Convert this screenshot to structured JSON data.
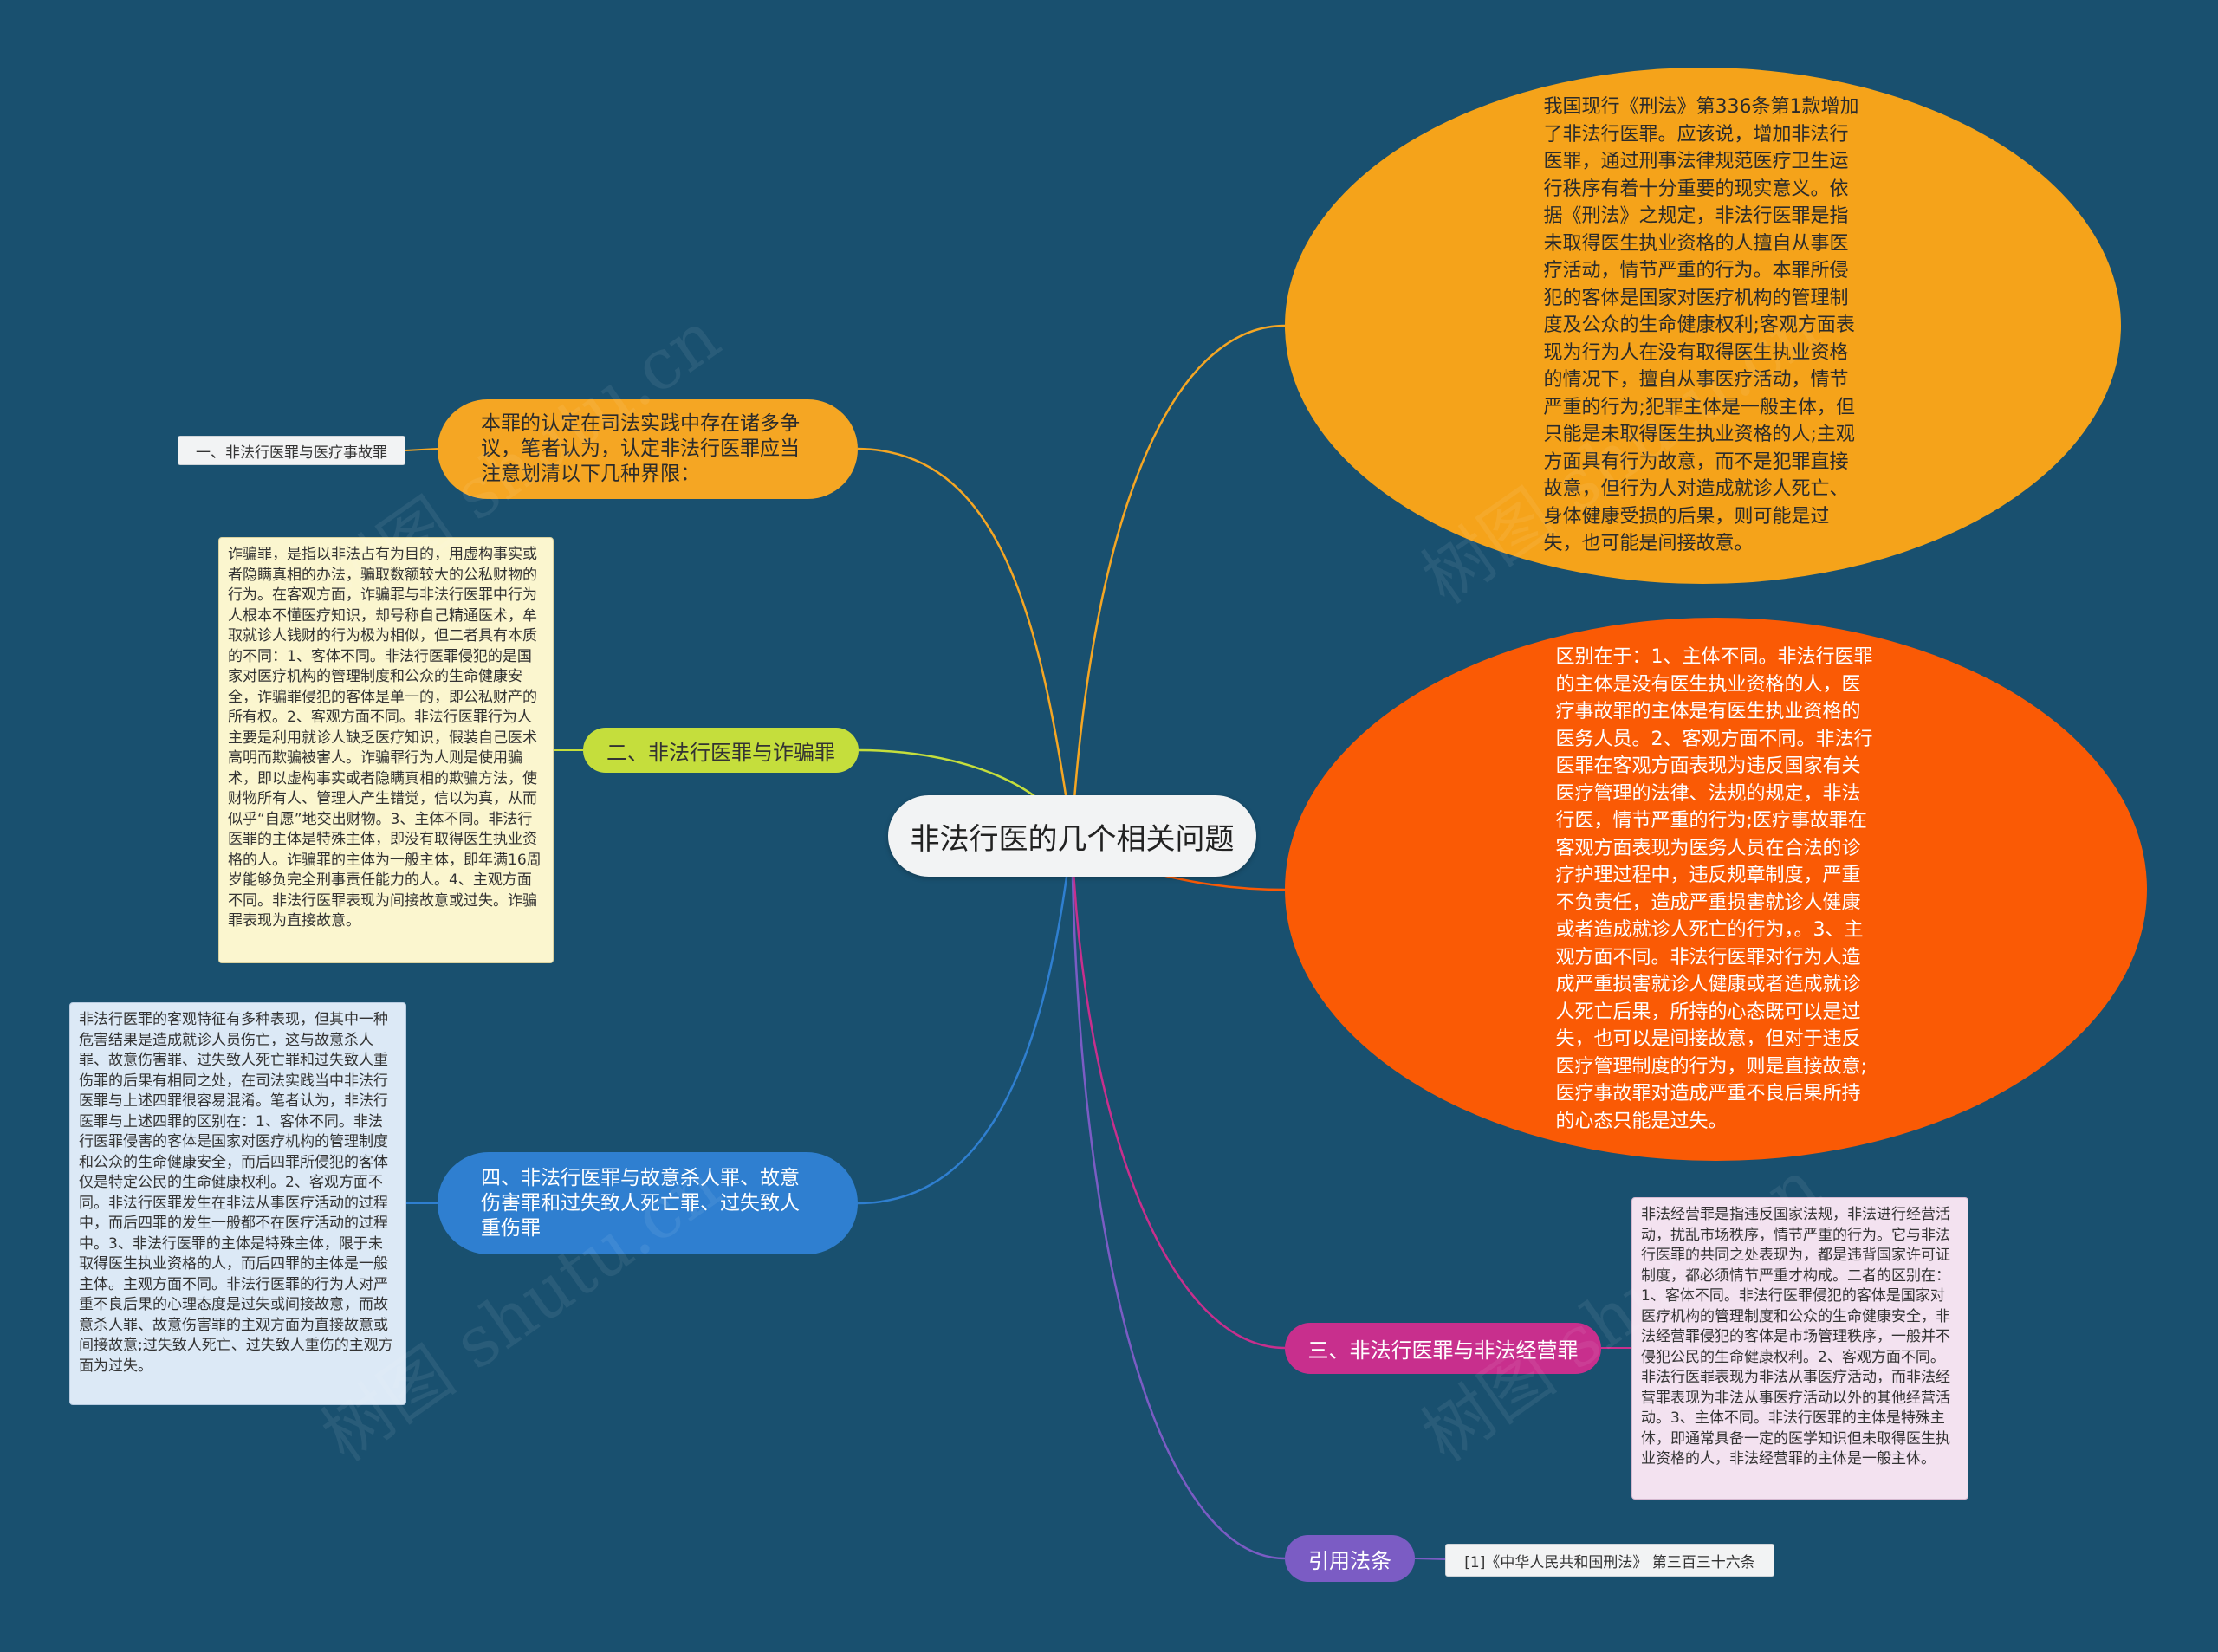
{
  "center": "非法行医的几个相关问题",
  "branches": {
    "b1": {
      "label": "本罪的认定在司法实践中存在诸多争议，笔者认为，认定非法行医罪应当注意划清以下几种界限：",
      "child": "一、非法行医罪与医疗事故罪"
    },
    "b2": {
      "label": "二、非法行医罪与诈骗罪",
      "detail": "诈骗罪，是指以非法占有为目的，用虚构事实或者隐瞒真相的办法，骗取数额较大的公私财物的行为。在客观方面，诈骗罪与非法行医罪中行为人根本不懂医疗知识，却号称自己精通医术，牟取就诊人钱财的行为极为相似，但二者具有本质的不同：1、客体不同。非法行医罪侵犯的是国家对医疗机构的管理制度和公众的生命健康安全，诈骗罪侵犯的客体是单一的，即公私财产的所有权。2、客观方面不同。非法行医罪行为人主要是利用就诊人缺乏医疗知识，假装自己医术高明而欺骗被害人。诈骗罪行为人则是使用骗术，即以虚构事实或者隐瞒真相的欺骗方法，使财物所有人、管理人产生错觉，信以为真，从而似乎“自愿”地交出财物。3、主体不同。非法行医罪的主体是特殊主体，即没有取得医生执业资格的人。诈骗罪的主体为一般主体，即年满16周岁能够负完全刑事责任能力的人。4、主观方面不同。非法行医罪表现为间接故意或过失。诈骗罪表现为直接故意。"
    },
    "b4": {
      "label": "四、非法行医罪与故意杀人罪、故意伤害罪和过失致人死亡罪、过失致人重伤罪",
      "detail": "非法行医罪的客观特征有多种表现，但其中一种危害结果是造成就诊人员伤亡，这与故意杀人罪、故意伤害罪、过失致人死亡罪和过失致人重伤罪的后果有相同之处，在司法实践当中非法行医罪与上述四罪很容易混淆。笔者认为，非法行医罪与上述四罪的区别在：1、客体不同。非法行医罪侵害的客体是国家对医疗机构的管理制度和公众的生命健康安全，而后四罪所侵犯的客体仅是特定公民的生命健康权利。2、客观方面不同。非法行医罪发生在非法从事医疗活动的过程中，而后四罪的发生一般都不在医疗活动的过程中。3、非法行医罪的主体是特殊主体，限于未取得医生执业资格的人，而后四罪的主体是一般主体。主观方面不同。非法行医罪的行为人对严重不良后果的心理态度是过失或间接故意，而故意杀人罪、故意伤害罪的主观方面为直接故意或间接故意;过失致人死亡、过失致人重伤的主观方面为过失。"
    },
    "b3": {
      "label": "三、非法行医罪与非法经营罪",
      "detail": "非法经营罪是指违反国家法规，非法进行经营活动，扰乱市场秩序，情节严重的行为。它与非法行医罪的共同之处表现为，都是违背国家许可证制度，都必须情节严重才构成。二者的区别在：1、客体不同。非法行医罪侵犯的客体是国家对医疗机构的管理制度和公众的生命健康安全，非法经营罪侵犯的客体是市场管理秩序，一般并不侵犯公民的生命健康权利。2、客观方面不同。非法行医罪表现为非法从事医疗活动，而非法经营罪表现为非法从事医疗活动以外的其他经营活动。3、主体不同。非法行医罪的主体是特殊主体，即通常具备一定的医学知识但未取得医生执业资格的人，非法经营罪的主体是一般主体。"
    },
    "b5": {
      "label": "引用法条",
      "citation": "[1]《中华人民共和国刑法》 第三百三十六条"
    }
  },
  "ovals": {
    "orange": "我国现行《刑法》第336条第1款增加了非法行医罪。应该说，增加非法行医罪，通过刑事法律规范医疗卫生运行秩序有着十分重要的现实意义。依据《刑法》之规定，非法行医罪是指未取得医生执业资格的人擅自从事医疗活动，情节严重的行为。本罪所侵犯的客体是国家对医疗机构的管理制度及公众的生命健康权利;客观方面表现为行为人在没有取得医生执业资格的情况下，擅自从事医疗活动，情节严重的行为;犯罪主体是一般主体，但只能是未取得医生执业资格的人;主观方面具有行为故意，而不是犯罪直接故意，但行为人对造成就诊人死亡、身体健康受损的后果，则可能是过失，也可能是间接故意。",
    "red": "区别在于：1、主体不同。非法行医罪的主体是没有医生执业资格的人，医疗事故罪的主体是有医生执业资格的医务人员。2、客观方面不同。非法行医罪在客观方面表现为违反国家有关医疗管理的法律、法规的规定，非法行医，情节严重的行为;医疗事故罪在客观方面表现为医务人员在合法的诊疗护理过程中，违反规章制度，严重不负责任，造成严重损害就诊人健康或者造成就诊人死亡的行为，。3、主观方面不同。非法行医罪对行为人造成严重损害就诊人健康或者造成就诊人死亡后果，所持的心态既可以是过失，也可以是间接故意，但对于违反医疗管理制度的行为，则是直接故意;医疗事故罪对造成严重不良后果所持的心态只能是过失。"
  },
  "watermark": "树图 shutu.cn",
  "colors": {
    "background": "#19506f",
    "orange": "#f5a31a",
    "red": "#fa5a05",
    "yellow": "#c5de3c",
    "blue": "#2f7fd0",
    "magenta": "#c82f8d",
    "purple": "#7b5cc4"
  }
}
